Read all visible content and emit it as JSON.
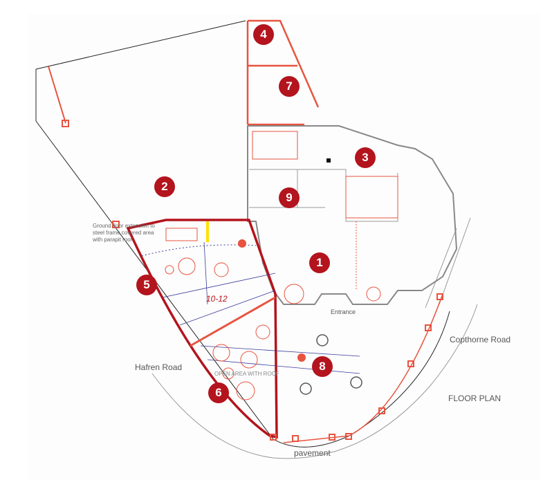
{
  "title": "FLOOR PLAN",
  "roads": {
    "hafren": "Hafren Road",
    "copthorne": "Copthorne Road",
    "pavement": "pavement"
  },
  "annotations": {
    "extension_note": "Ground floor extension to steel frame covered area with parapit roof",
    "table_range": "10-12",
    "entrance": "Entrance",
    "open_area": "OPEN AREA WITH ROOF"
  },
  "markers": [
    "1",
    "2",
    "3",
    "4",
    "5",
    "6",
    "7",
    "8",
    "9"
  ],
  "colors": {
    "marker": "#b3141d",
    "highlight": "#e8533f",
    "outline": "#b3141d",
    "wall": "#888888",
    "guide": "#3a3a9a"
  }
}
